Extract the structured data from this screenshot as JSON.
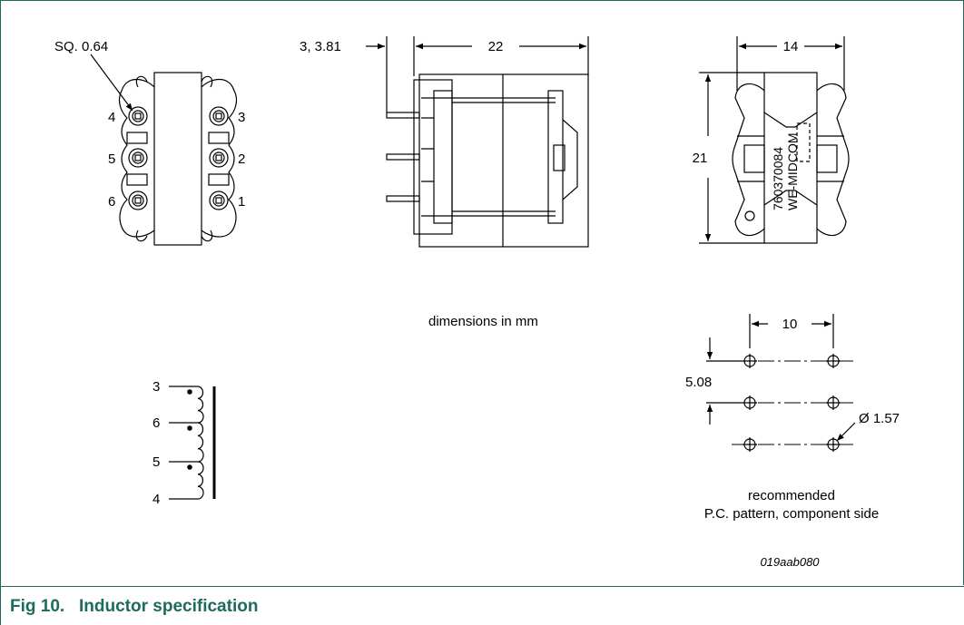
{
  "figure": {
    "caption": "Fig 10.   Inductor specification",
    "code": "019aab080",
    "note": "dimensions in mm"
  },
  "colors": {
    "accent": "#1d6a5f",
    "ink": "#000000",
    "paper": "#ffffff"
  },
  "top_view": {
    "pin_size_label": "SQ. 0.64",
    "pins": [
      "4",
      "5",
      "6",
      "3",
      "2",
      "1"
    ]
  },
  "side_view": {
    "pin_length_label": "3, 3.81",
    "width_label": "22"
  },
  "end_view": {
    "width_label": "14",
    "height_label": "21",
    "marking_line1": "760370084",
    "marking_line2": "WE-MIDCOM"
  },
  "schematic": {
    "terminals": [
      "3",
      "6",
      "5",
      "4"
    ]
  },
  "pcb_pattern": {
    "pitch_x_label": "10",
    "pitch_y_label": "5.08",
    "hole_label": "Ø 1.57",
    "caption_line1": "recommended",
    "caption_line2": "P.C. pattern, component side"
  }
}
